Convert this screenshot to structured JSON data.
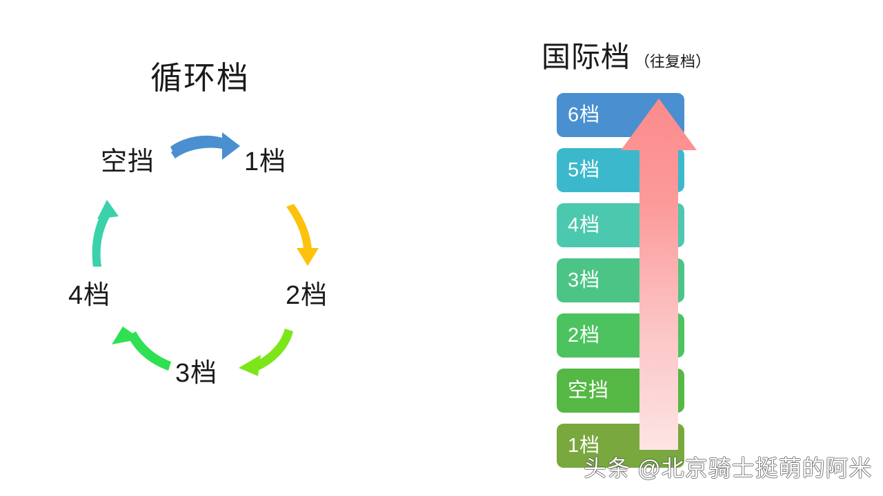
{
  "cycle": {
    "title": "循环档",
    "nodes": [
      {
        "id": "neutral",
        "label": "空挡"
      },
      {
        "id": "gear1",
        "label": "1档"
      },
      {
        "id": "gear2",
        "label": "2档"
      },
      {
        "id": "gear3",
        "label": "3档"
      },
      {
        "id": "gear4",
        "label": "4档"
      }
    ],
    "arrows": [
      {
        "id": "neutral-to-1",
        "from": "空挡",
        "to": "1档",
        "color": "#4a8fd0"
      },
      {
        "id": "1-to-2",
        "from": "1档",
        "to": "2档",
        "color": "#fcc20c"
      },
      {
        "id": "2-to-3",
        "from": "2档",
        "to": "3档",
        "color": "#7ce619"
      },
      {
        "id": "3-to-4",
        "from": "3档",
        "to": "4档",
        "color": "#2ee052"
      },
      {
        "id": "4-to-neutral",
        "from": "4档",
        "to": "空挡",
        "color": "#3ad1ab"
      }
    ]
  },
  "ladder": {
    "title_main": "国际档",
    "title_sub": "（往复档）",
    "arrow_color_top": "#fb8b8b",
    "arrow_color_bottom": "#fde4e4",
    "gears": [
      {
        "label": "6档",
        "color": "#4a8fd0"
      },
      {
        "label": "5档",
        "color": "#3cb8cc"
      },
      {
        "label": "4档",
        "color": "#4cc8ae"
      },
      {
        "label": "3档",
        "color": "#4cc486"
      },
      {
        "label": "2档",
        "color": "#4cc35e"
      },
      {
        "label": "空挡",
        "color": "#55b845"
      },
      {
        "label": "1档",
        "color": "#78a83e"
      }
    ]
  },
  "watermark": {
    "text": "头条 @北京骑士挺萌的阿米"
  }
}
